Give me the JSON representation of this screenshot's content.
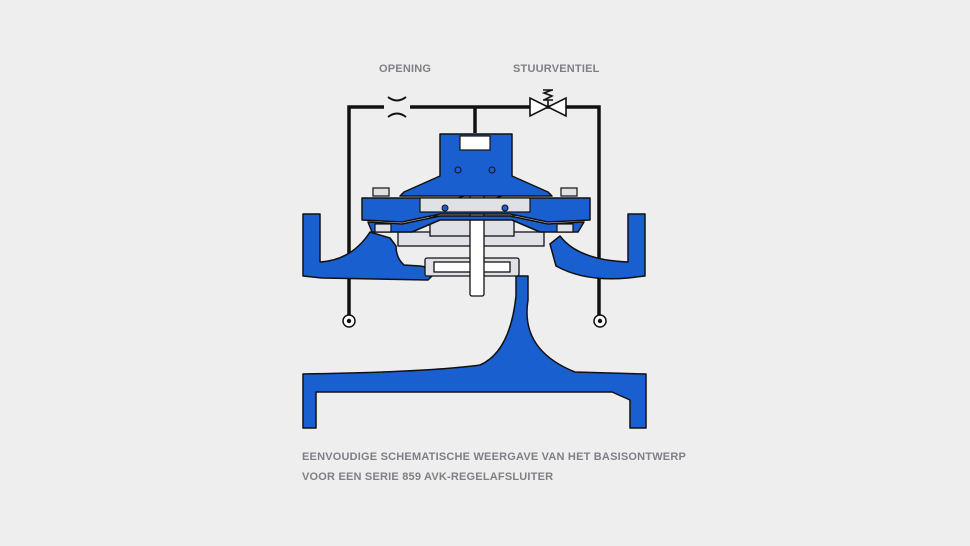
{
  "labels": {
    "opening": "OPENING",
    "pilot_valve": "STUURVENTIEL"
  },
  "caption": {
    "line1": "EENVOUDIGE SCHEMATISCHE WEERGAVE VAN HET BASISONTWERP",
    "line2": "VOOR EEN SERIE 859 AVK-REGELAFSLUITER"
  },
  "colors": {
    "background": "#eeeeee",
    "valve_blue": "#1a5fd0",
    "outline": "#111111",
    "internals": "#dfe1e6",
    "label_grey": "#7f7f86"
  }
}
